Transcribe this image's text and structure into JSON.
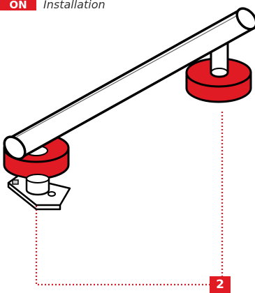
{
  "header": {
    "lang_code": "ON",
    "title": "Installation"
  },
  "step": {
    "number": "2"
  },
  "colors": {
    "accent": "#e01b24",
    "outline": "#000000",
    "leader_line": "#e01b24"
  },
  "icons": {
    "grab_bar": "grab-bar-illustration",
    "mounting_plate": "mounting-plate-illustration"
  }
}
